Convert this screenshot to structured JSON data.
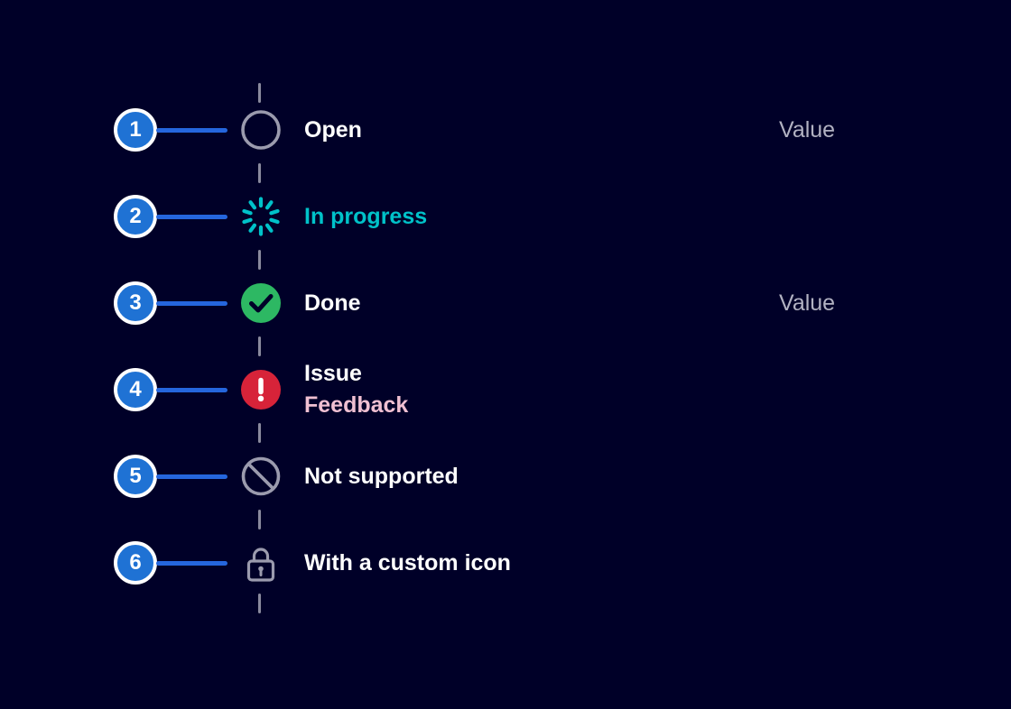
{
  "theme": {
    "colors": {
      "bg": "#000028",
      "marker-blue": "#1f72d4",
      "marker-ring": "#ffffff",
      "marker-line": "#2566dd",
      "text-primary": "#ffffff",
      "teal": "#00c2c9",
      "green": "#2db863",
      "check-navy": "#000028",
      "red": "#d72339",
      "pink": "#f0c0d2",
      "value-gray": "#b2b2c2",
      "icon-gray": "#9b9bae",
      "dash-gray": "#8a8a9e"
    }
  },
  "timeline": {
    "items": [
      {
        "number": "1",
        "label": "Open",
        "status": "open",
        "icon": "circle-outline-icon",
        "value": "Value"
      },
      {
        "number": "2",
        "label": "In progress",
        "status": "in-progress",
        "icon": "spinner-icon"
      },
      {
        "number": "3",
        "label": "Done",
        "status": "done",
        "icon": "check-circle-icon",
        "value": "Value"
      },
      {
        "number": "4",
        "label": "Issue",
        "sublabel": "Feedback",
        "status": "issue",
        "icon": "exclamation-circle-icon"
      },
      {
        "number": "5",
        "label": "Not supported",
        "status": "not-supported",
        "icon": "prohibited-icon"
      },
      {
        "number": "6",
        "label": "With a custom icon",
        "status": "custom",
        "icon": "lock-icon"
      }
    ]
  }
}
